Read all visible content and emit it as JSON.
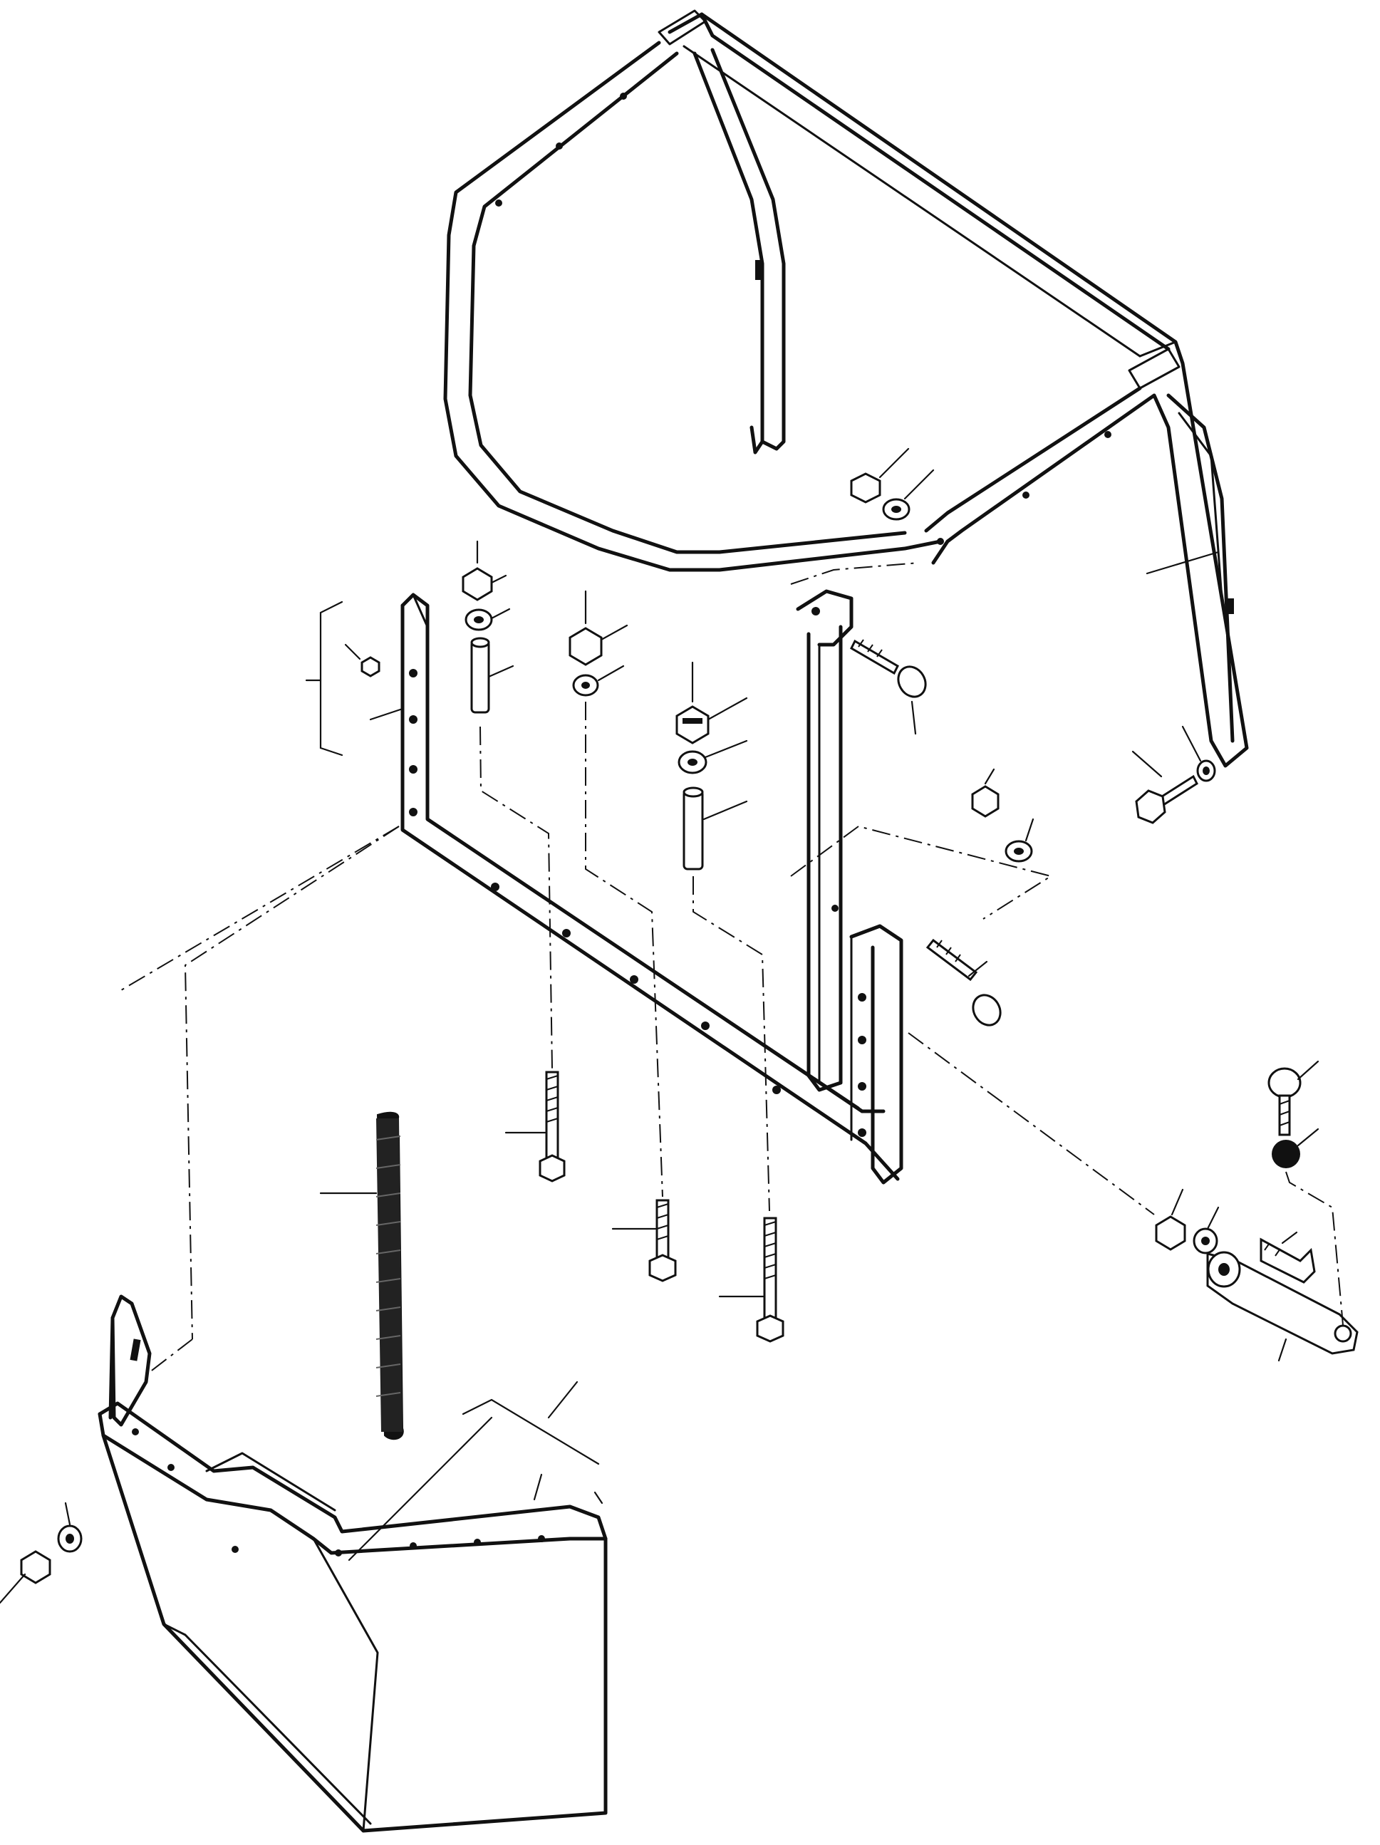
{
  "diagram": {
    "kind": "exploded-parts-view",
    "colors": {
      "line": "#111111",
      "background": "#ffffff"
    },
    "components": [
      {
        "id": "cab-roof-frame",
        "icon": "frame"
      },
      {
        "id": "rear-u-frame",
        "icon": "frame"
      },
      {
        "id": "vertical-post-with-plate",
        "icon": "post"
      },
      {
        "id": "lower-side-panel",
        "icon": "panel"
      },
      {
        "id": "coil-spring",
        "icon": "spring"
      },
      {
        "id": "latch-arm",
        "icon": "latch"
      }
    ],
    "fasteners": [
      "bolt",
      "bolt",
      "bolt",
      "bolt",
      "bolt",
      "bolt",
      "bolt",
      "nut",
      "nut",
      "nut",
      "nut",
      "nut",
      "nut",
      "washer",
      "washer",
      "washer",
      "washer",
      "washer",
      "washer",
      "spacer-sleeve",
      "spacer-sleeve",
      "ball-knob"
    ]
  }
}
